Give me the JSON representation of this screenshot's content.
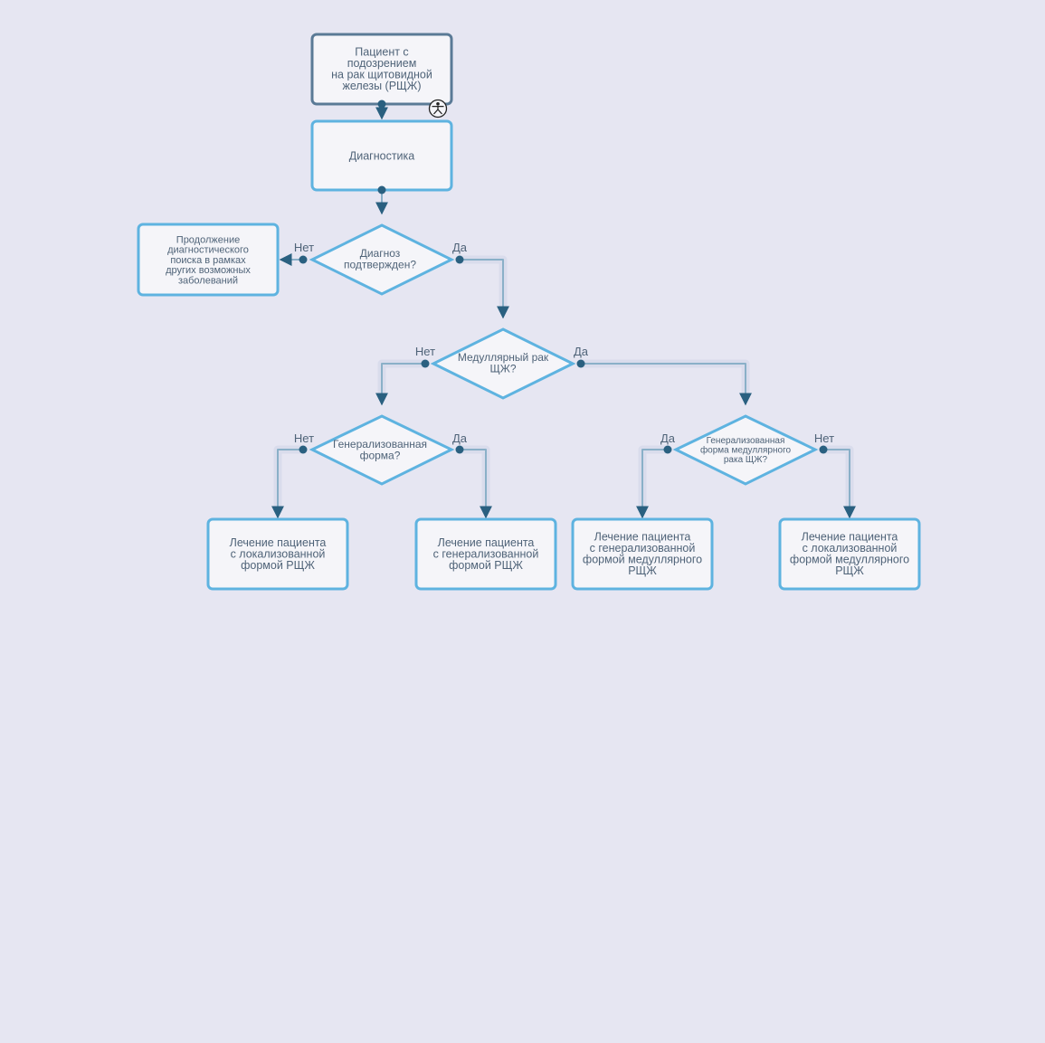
{
  "colors": {
    "background": "#e6e6f2",
    "node_fill": "#f5f5f9",
    "start_border": "#5a7a96",
    "node_border": "#5eb3e0",
    "connector": "#8ab0c8",
    "connector_halo": "#d9dcec",
    "dot": "#2a6080",
    "arrow": "#2a6080",
    "text": "#4f6378"
  },
  "nodes": {
    "start": {
      "lines": [
        "Пациент с",
        "подозрением",
        "на рак щитовидной",
        "железы (РЩЖ)"
      ]
    },
    "diagnostics": {
      "lines": [
        "Диагностика"
      ]
    },
    "diagnosis_confirmed": {
      "lines": [
        "Диагноз",
        "подтвержден?"
      ]
    },
    "continue_search": {
      "lines": [
        "Продолжение",
        "диагностического",
        "поиска в рамках",
        "других возможных",
        "заболеваний"
      ]
    },
    "medullary": {
      "lines": [
        "Медуллярный рак",
        "ЩЖ?"
      ]
    },
    "generalized_form": {
      "lines": [
        "Генерализованная",
        "форма?"
      ]
    },
    "generalized_medullary": {
      "lines": [
        "Генерализованная",
        "форма медуллярного",
        "рака ЩЖ?"
      ]
    },
    "treat_local": {
      "lines": [
        "Лечение пациента",
        "с локализованной",
        "формой РЩЖ"
      ]
    },
    "treat_general": {
      "lines": [
        "Лечение пациента",
        "с генерализованной",
        "формой РЩЖ"
      ]
    },
    "treat_general_med": {
      "lines": [
        "Лечение пациента",
        "с генерализованной",
        "формой медуллярного",
        "РЩЖ"
      ]
    },
    "treat_local_med": {
      "lines": [
        "Лечение пациента",
        "с локализованной",
        "формой медуллярного",
        "РЩЖ"
      ]
    }
  },
  "edge_labels": {
    "dx_no": "Нет",
    "dx_yes": "Да",
    "med_no": "Нет",
    "med_yes": "Да",
    "gen_no": "Нет",
    "gen_yes": "Да",
    "genmed_yes": "Да",
    "genmed_no": "Нет"
  },
  "icons": {
    "start_badge": "medical-person-icon"
  }
}
